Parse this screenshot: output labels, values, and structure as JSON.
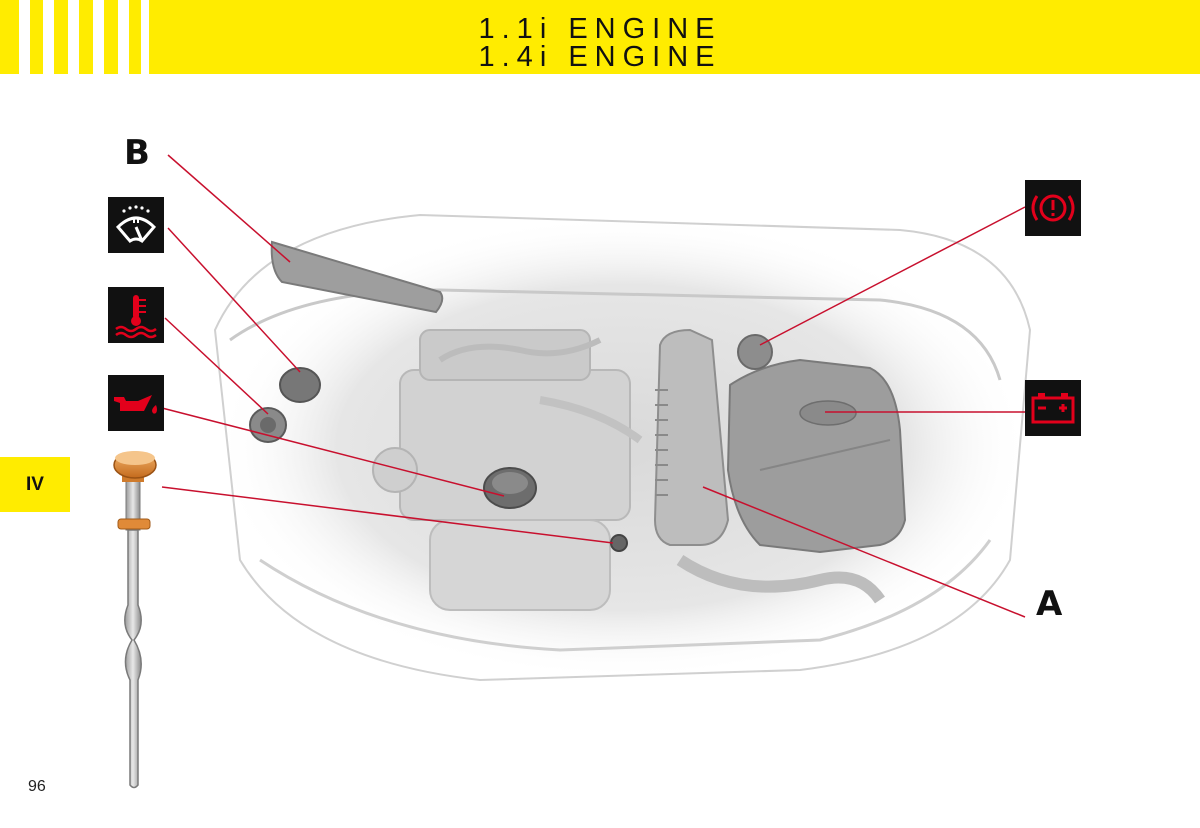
{
  "header": {
    "title_line_1": "1.1i ENGINE",
    "title_line_2": "1.4i ENGINE",
    "band_color": "#ffec00"
  },
  "section_tab": {
    "label": "IV"
  },
  "page_number": "96",
  "callouts": {
    "b": "B",
    "a": "A"
  },
  "icons": {
    "washer": "windscreen-washer-icon",
    "coolant": "coolant-temperature-icon",
    "oil": "oil-pressure-icon",
    "brake": "brake-fluid-warning-icon",
    "battery": "battery-charge-icon"
  },
  "colors": {
    "leader_line": "#c8102e",
    "warning_red": "#e3001b"
  }
}
